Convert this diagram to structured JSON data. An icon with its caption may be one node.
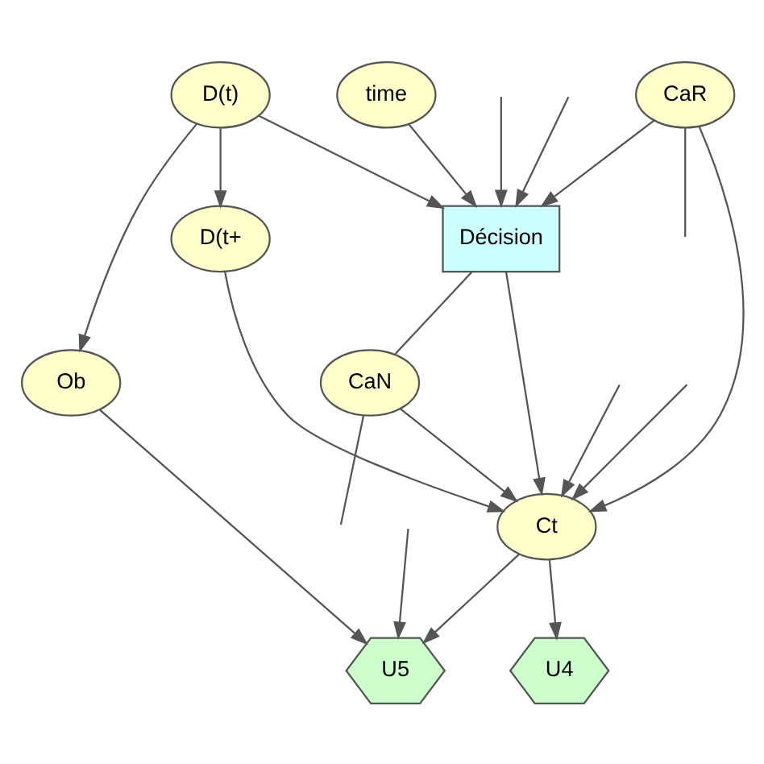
{
  "diagram": {
    "nodes": [
      {
        "text": [
          "time"
        ]
      },
      {
        "text": [
          "D(t)"
        ]
      },
      {
        "text": [
          "Décision"
        ]
      },
      {
        "text": [
          "D(t+"
        ]
      },
      {
        "text": [
          "CaN"
        ]
      },
      {
        "text": [
          "CaR"
        ]
      },
      {
        "text": [
          "Ct"
        ]
      },
      {
        "text": [
          "Ob"
        ]
      },
      {
        "text": [
          "U5"
        ]
      },
      {
        "text": [
          "U4"
        ]
      }
    ],
    "edges": [
      {
        "from": 0,
        "to": 2,
        "arrow": "to"
      },
      {
        "from": 1,
        "to": 2,
        "arrow": "to"
      },
      {
        "from": 1,
        "to": 3,
        "arrow": "to"
      },
      {
        "from": 1,
        "to": 7,
        "arrow": "to"
      },
      {
        "from": null,
        "to": 2,
        "arrow": "to"
      },
      {
        "from": null,
        "to": 2,
        "arrow": "to"
      },
      {
        "from": 2,
        "to": 4,
        "arrow": "none"
      },
      {
        "from": 5,
        "to": 2,
        "arrow": "to"
      },
      {
        "from": 2,
        "to": 6,
        "arrow": "to"
      },
      {
        "from": 3,
        "to": 6,
        "arrow": "to"
      },
      {
        "from": 4,
        "to": 6,
        "arrow": "to"
      },
      {
        "from": 5,
        "to": 6,
        "arrow": "to"
      },
      {
        "from": null,
        "to": 6,
        "arrow": "to"
      },
      {
        "from": null,
        "to": 6,
        "arrow": "to"
      },
      {
        "from": 4,
        "to": null,
        "arrow": "none"
      },
      {
        "from": 5,
        "to": null,
        "arrow": "none"
      },
      {
        "from": 6,
        "to": 8,
        "arrow": "to"
      },
      {
        "from": 6,
        "to": 9,
        "arrow": "to"
      },
      {
        "from": 7,
        "to": 8,
        "arrow": "to"
      },
      {
        "from": null,
        "to": 8,
        "arrow": "to"
      }
    ]
  }
}
